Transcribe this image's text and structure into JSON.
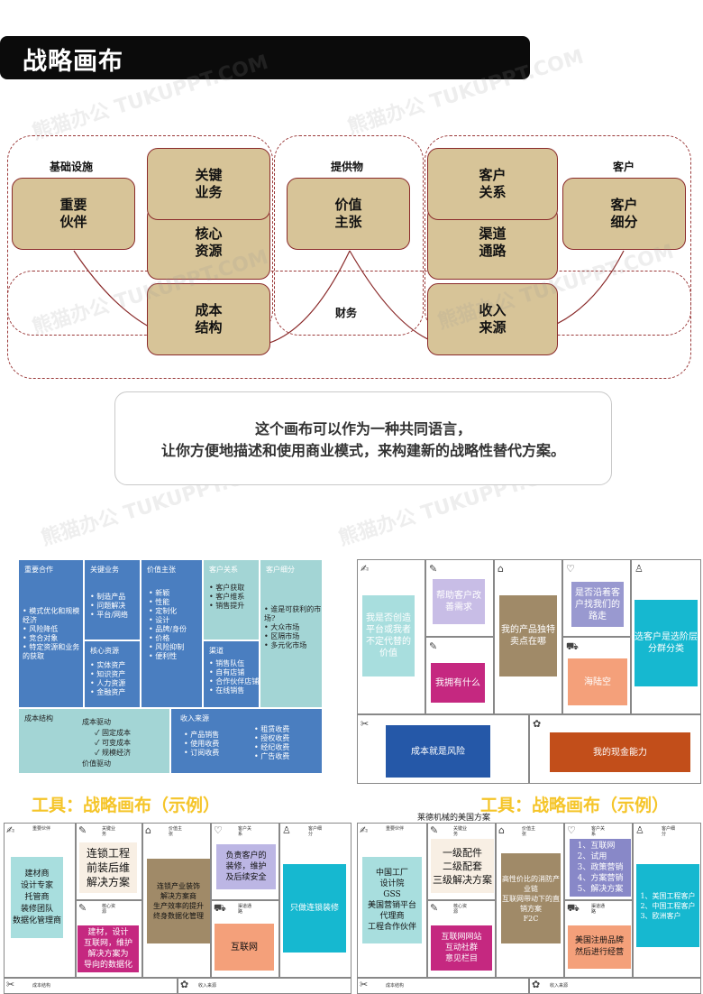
{
  "header": {
    "title": "战略画布"
  },
  "canvas": {
    "groups": {
      "infra": "基础设施",
      "offer": "提供物",
      "customer": "客户",
      "finance": "财务"
    },
    "boxes": {
      "partners": "重要\n伙伴",
      "activities": "关键\n业务",
      "resources": "核心\n资源",
      "value": "价值\n主张",
      "relations": "客户\n关系",
      "channels": "渠道\n通路",
      "segments": "客户\n细分",
      "cost": "成本\n结构",
      "revenue": "收入\n来源"
    },
    "colors": {
      "box_fill": "#d7c498",
      "box_border": "#8a2a2a",
      "dashed": "#9b3a3a"
    }
  },
  "caption": {
    "line1": "这个画布可以作为一种共同语言，",
    "line2": "让你方便地描述和使用商业模式，来构建新的战略性替代方案。"
  },
  "watermark": "熊猫办公 TUKUPPT.COM",
  "panel_a": {
    "partners": {
      "head": "重要合作",
      "items": [
        "模式优化和规模经济",
        "风险降低",
        "竞合对象",
        "特定资源和业务的获取"
      ]
    },
    "activities": {
      "head": "关键业务",
      "items": [
        "制造产品",
        "问题解决",
        "平台/网络"
      ]
    },
    "resources": {
      "head": "核心资源",
      "items": [
        "实体资产",
        "知识资产",
        "人力资源",
        "金融资产"
      ]
    },
    "value": {
      "head": "价值主张",
      "items": [
        "新颖",
        "性能",
        "定制化",
        "设计",
        "品牌/身份",
        "价格",
        "风险抑制",
        "便利性"
      ]
    },
    "relations": {
      "head": "客户关系",
      "items": [
        "客户获取",
        "客户维系",
        "销售提升"
      ]
    },
    "channels": {
      "head": "渠道",
      "items": [
        "销售队伍",
        "自有店铺",
        "合作伙伴店铺",
        "在线销售"
      ]
    },
    "segments": {
      "head": "客户细分",
      "items": [
        "谁是可获利的市场?",
        "大众市场",
        "区隔市场",
        "多元化市场"
      ]
    },
    "cost": {
      "head": "成本结构",
      "driver": "成本驱动",
      "checks": [
        "固定成本",
        "可变成本",
        "规模经济"
      ],
      "value_driver": "价值驱动"
    },
    "revenue": {
      "head": "收入来源",
      "items_left": [
        "产品销售",
        "使用收费",
        "订阅收费"
      ],
      "items_right": [
        "租赁收费",
        "授权收费",
        "经纪收费",
        "广告收费"
      ]
    }
  },
  "panel_b": {
    "partners": "我是否创造平台或我者不定代替的价值",
    "activities": "帮助客户改善需求",
    "resources": "我拥有什么",
    "value": "我的产品独特卖点在哪",
    "relations": "是否沿着客户找我们的路走",
    "channels": "海陆空",
    "segments": "选客户是选阶层分群分类",
    "cost": "成本就是风险",
    "revenue": "我的现金能力"
  },
  "tool_title": "工具：战略画布（示例）",
  "example_subtitle": "莱德机械的美国方案",
  "panel_c": {
    "labels": {
      "partners": "重要伙伴",
      "activities": "关键业务",
      "value": "价值主张",
      "relations": "客户关系",
      "segments": "客户细分",
      "resources": "核心资源",
      "channels": "渠道通路",
      "cost": "成本结构",
      "revenue": "收入来源"
    },
    "partners": "建材商\n设计专家\n托管商\n装修团队\n数据化管理商",
    "activities": "连锁工程\n前装后维\n解决方案",
    "resources": "建材，设计\n互联网，维护\n解决方案为\n导向的数据化",
    "value": "连锁产业装饰\n解决方案商\n生产效率的提升\n终身数据化管理",
    "relations": "负责客户的\n装修，维护\n及后续安全",
    "channels": "互联网",
    "segments": "只做连锁装修"
  },
  "panel_d": {
    "labels": {
      "partners": "重要伙伴",
      "activities": "关键业务",
      "value": "价值主张",
      "relations": "客户关系",
      "segments": "客户细分",
      "resources": "核心资源",
      "channels": "渠道通路",
      "cost": "成本结构",
      "revenue": "收入来源"
    },
    "partners": "中国工厂\n设计院\nGSS\n美国营销平台\n代理商\n工程合作伙伴",
    "activities": "一级配件\n二级配套\n三级解决方案",
    "resources": "互联网网站\n互动社群\n意见栏目",
    "value": "高性价比的消防产业链\n互联网带动下的直销方案\nF2C",
    "relations": "1、互联网\n2、试用\n3、政策营销\n4、方案营销\n5、解决方案",
    "channels": "美国注册品牌\n然后进行经营",
    "segments": "1、美国工程客户\n2、中国工程客户\n3、欧洲客户"
  }
}
